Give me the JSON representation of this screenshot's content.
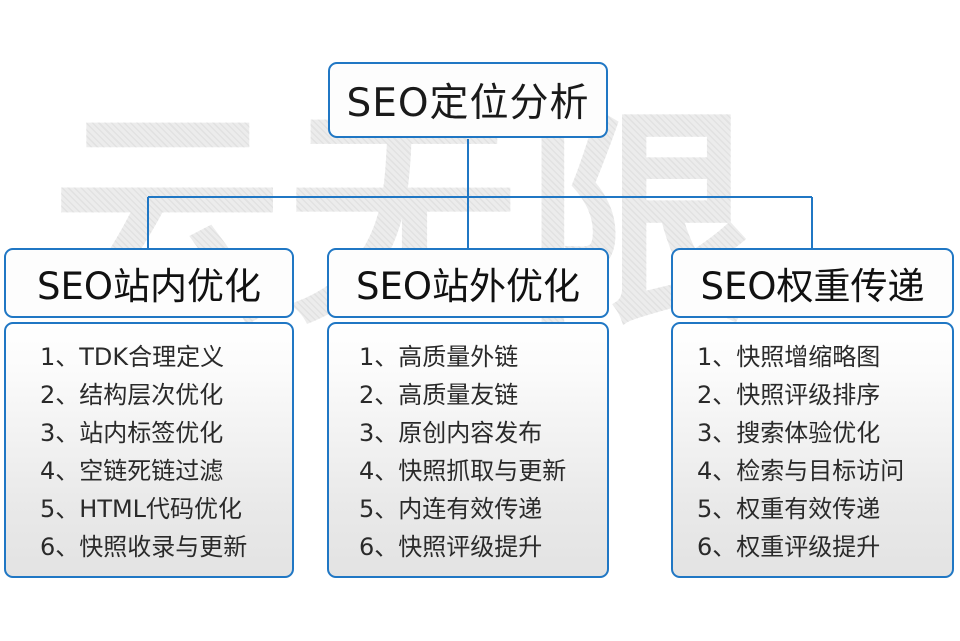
{
  "diagram": {
    "type": "org-tree",
    "root": {
      "label": "SEO定位分析"
    },
    "columns": [
      {
        "header": "SEO站内优化",
        "items": [
          "1、TDK合理定义",
          "2、结构层次优化",
          "3、站内标签优化",
          "4、空链死链过滤",
          "5、HTML代码优化",
          "6、快照收录与更新"
        ]
      },
      {
        "header": "SEO站外优化",
        "items": [
          "1、高质量外链",
          "2、高质量友链",
          "3、原创内容发布",
          "4、快照抓取与更新",
          "5、内连有效传递",
          "6、快照评级提升"
        ]
      },
      {
        "header": "SEO权重传递",
        "items": [
          "1、快照增缩略图",
          "2、快照评级排序",
          "3、搜索体验优化",
          "4、检索与目标访问",
          "5、权重有效传递",
          "6、权重评级提升"
        ]
      }
    ],
    "watermark": {
      "text": "云无限"
    },
    "colors": {
      "border": "#2077c4",
      "connector": "#2077c4",
      "header_text": "#111111",
      "item_text": "#2a2a2a",
      "panel_top": "#ffffff",
      "panel_bottom": "#e3e3e3",
      "watermark": "#ececec",
      "background": "#ffffff"
    }
  }
}
